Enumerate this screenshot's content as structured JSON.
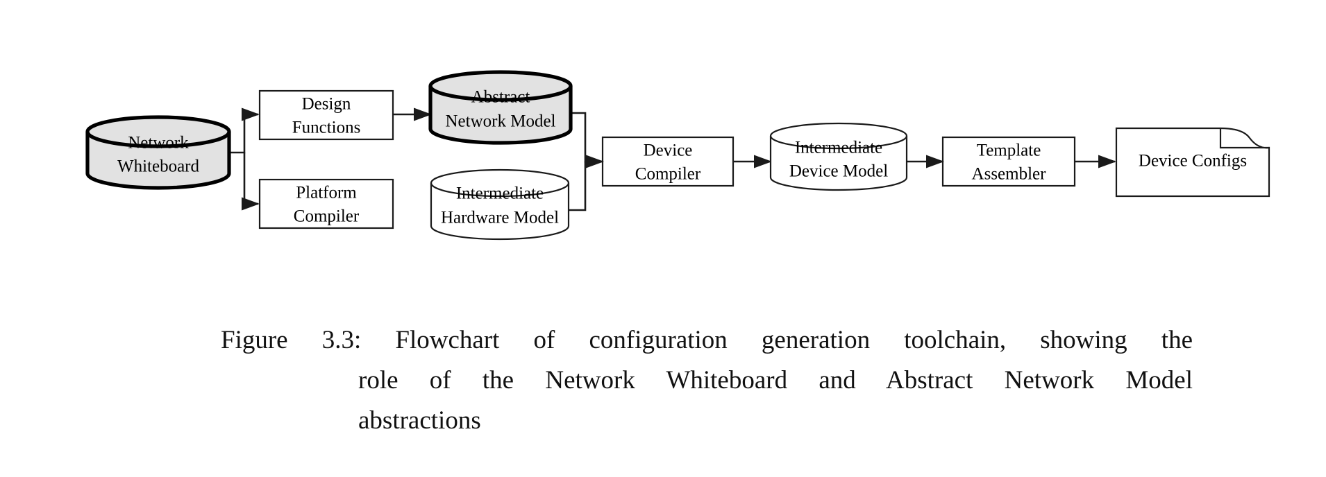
{
  "figure": {
    "caption_label": "Figure 3.3:",
    "caption_line_1": "Flowchart of configuration generation toolchain, showing the",
    "caption_line_2": "role of the Network Whiteboard and Abstract Network Model",
    "caption_line_3": "abstractions",
    "caption_full": "Figure 3.3: Flowchart of configuration generation toolchain, showing the role of the Network Whiteboard and Abstract Network Model abstractions"
  },
  "colors": {
    "highlight_fill": "#e2e2e2",
    "plain_fill": "#ffffff",
    "stroke": "#1a1a1a",
    "bold_stroke": "#000000",
    "background": "#ffffff"
  },
  "diagram": {
    "type": "flowchart",
    "nodes": [
      {
        "id": "network-whiteboard",
        "shape": "cylinder",
        "emphasis": "bold",
        "fill": "highlight",
        "line1": "Network",
        "line2": "Whiteboard"
      },
      {
        "id": "design-functions",
        "shape": "rectangle",
        "emphasis": "normal",
        "fill": "plain",
        "line1": "Design",
        "line2": "Functions"
      },
      {
        "id": "platform-compiler",
        "shape": "rectangle",
        "emphasis": "normal",
        "fill": "plain",
        "line1": "Platform",
        "line2": "Compiler"
      },
      {
        "id": "abstract-network-model",
        "shape": "cylinder",
        "emphasis": "bold",
        "fill": "highlight",
        "line1": "Abstract",
        "line2": "Network Model"
      },
      {
        "id": "intermediate-hardware-model",
        "shape": "cylinder",
        "emphasis": "normal",
        "fill": "plain",
        "line1": "Intermediate",
        "line2": "Hardware Model"
      },
      {
        "id": "device-compiler",
        "shape": "rectangle",
        "emphasis": "normal",
        "fill": "plain",
        "line1": "Device",
        "line2": "Compiler"
      },
      {
        "id": "intermediate-device-model",
        "shape": "cylinder",
        "emphasis": "normal",
        "fill": "plain",
        "line1": "Intermediate",
        "line2": "Device Model"
      },
      {
        "id": "template-assembler",
        "shape": "rectangle",
        "emphasis": "normal",
        "fill": "plain",
        "line1": "Template",
        "line2": "Assembler"
      },
      {
        "id": "device-configs",
        "shape": "document",
        "emphasis": "normal",
        "fill": "plain",
        "line1": "Device Configs",
        "line2": ""
      }
    ],
    "edges": [
      {
        "from": "network-whiteboard",
        "to": "design-functions",
        "style": "elbow-arrow"
      },
      {
        "from": "network-whiteboard",
        "to": "platform-compiler",
        "style": "elbow-arrow"
      },
      {
        "from": "design-functions",
        "to": "abstract-network-model",
        "style": "straight-arrow"
      },
      {
        "from": "abstract-network-model",
        "to": "device-compiler",
        "style": "elbow-arrow"
      },
      {
        "from": "intermediate-hardware-model",
        "to": "device-compiler",
        "style": "elbow-arrow"
      },
      {
        "from": "device-compiler",
        "to": "intermediate-device-model",
        "style": "straight-arrow"
      },
      {
        "from": "intermediate-device-model",
        "to": "template-assembler",
        "style": "straight-arrow"
      },
      {
        "from": "template-assembler",
        "to": "device-configs",
        "style": "straight-arrow"
      }
    ]
  }
}
